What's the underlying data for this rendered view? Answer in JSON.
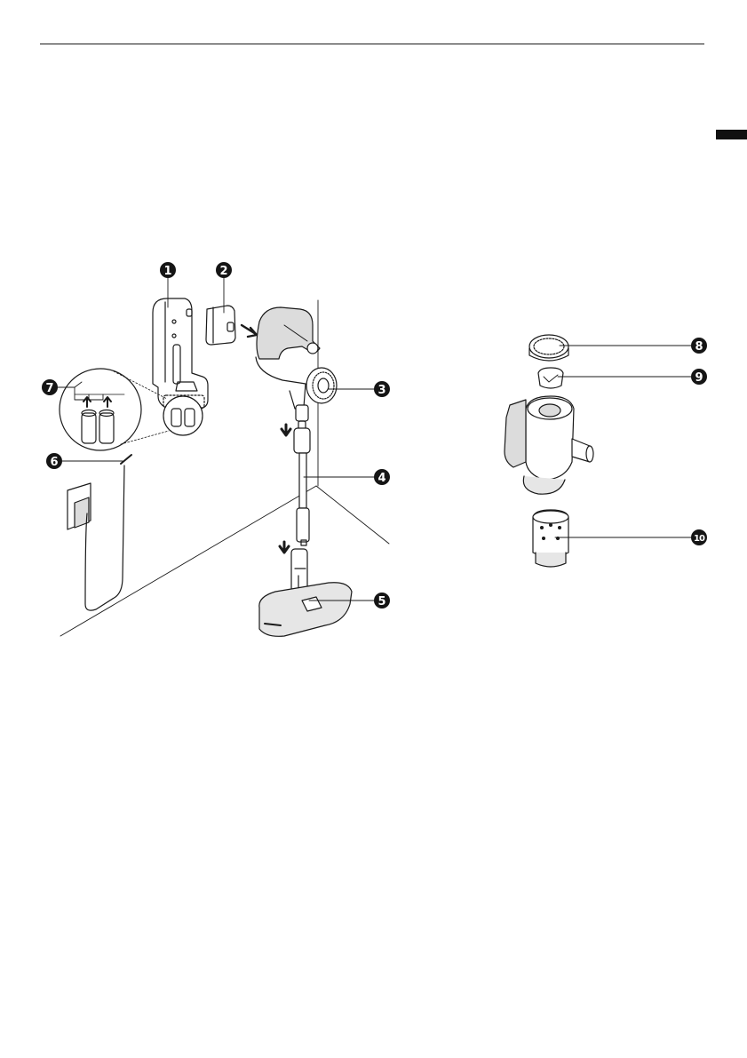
{
  "colors": {
    "callout_fill": "#151515",
    "callout_text": "#ffffff",
    "line_art": "#1a1a1a",
    "body_shade": "#dcdcdc",
    "accent_tab": "#111111"
  },
  "callouts": [
    {
      "id": "charging-stand",
      "label": "1"
    },
    {
      "id": "battery",
      "label": "2"
    },
    {
      "id": "main-body",
      "label": "3"
    },
    {
      "id": "extension-pipe",
      "label": "4"
    },
    {
      "id": "nozzle",
      "label": "5"
    },
    {
      "id": "power-adapter",
      "label": "6"
    },
    {
      "id": "storage-slots",
      "label": "7"
    },
    {
      "id": "filter-cover",
      "label": "8"
    },
    {
      "id": "exhaust-filter",
      "label": "9"
    },
    {
      "id": "dust-bin-filter",
      "label": "10"
    }
  ]
}
